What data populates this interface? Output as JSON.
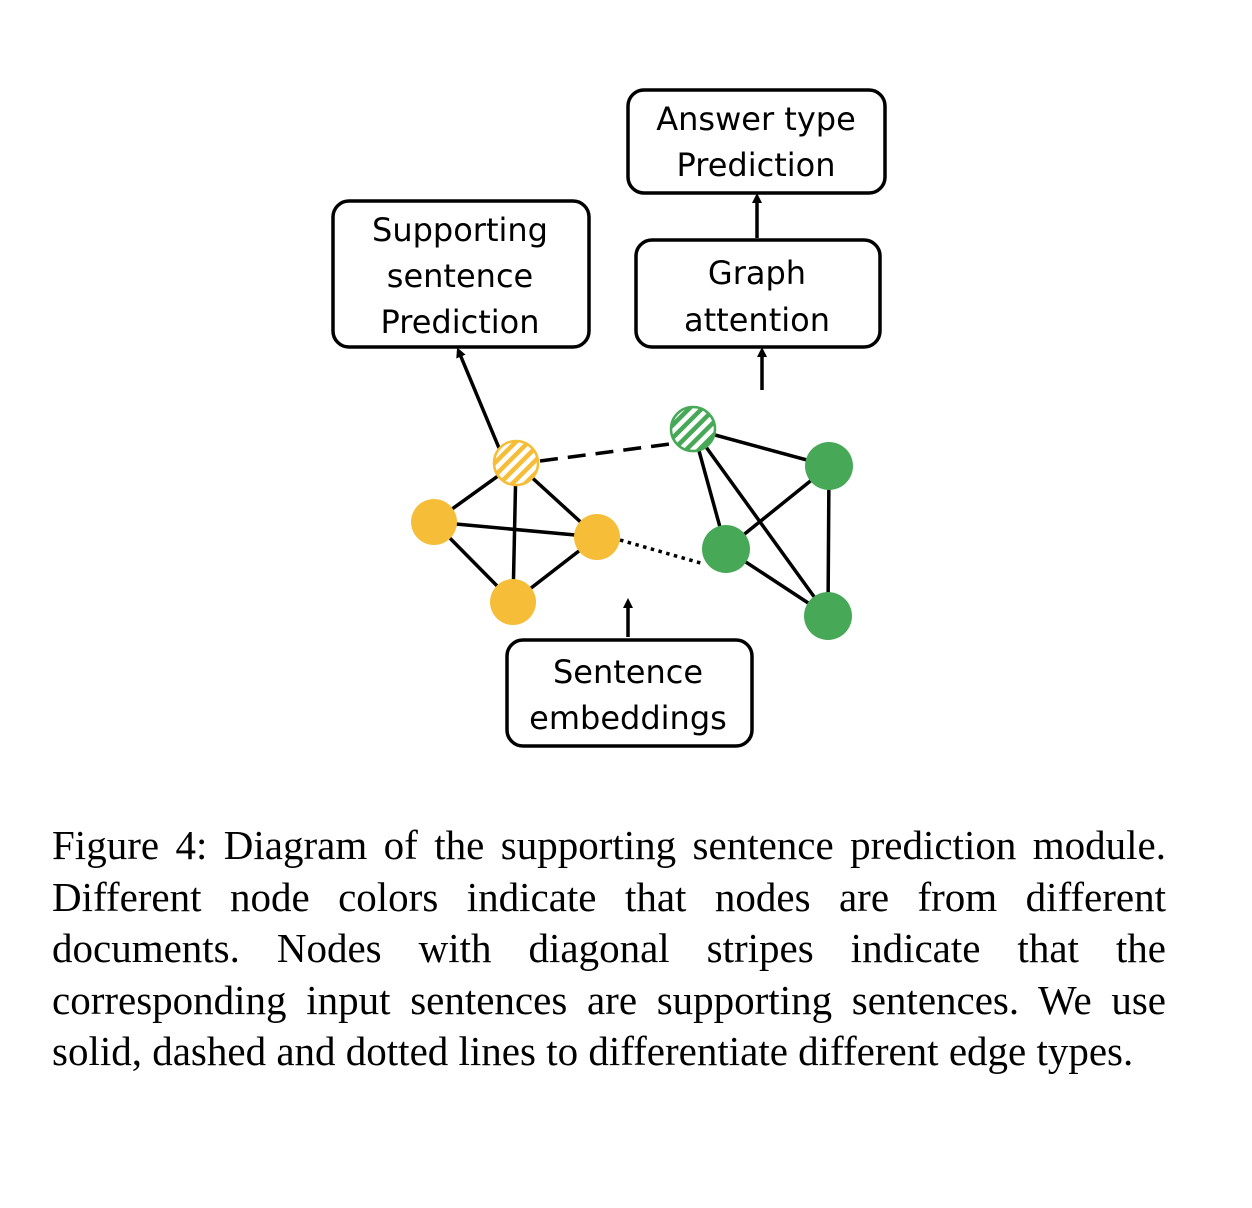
{
  "boxes": {
    "answer_type": [
      "Answer type",
      "Prediction"
    ],
    "supporting": [
      "Supporting",
      "sentence",
      "Prediction"
    ],
    "graph_attention": [
      "Graph",
      "attention"
    ],
    "sentence_embeddings": [
      "Sentence",
      "embeddings"
    ]
  },
  "colors": {
    "document_a": "#F5BD38",
    "document_b": "#47A957",
    "edge": "#000000"
  },
  "legend_semantics": {
    "striped_node": "supporting sentence",
    "edge_styles": [
      "solid",
      "dashed",
      "dotted"
    ]
  },
  "caption": "Figure 4: Diagram of the supporting sentence prediction module. Different node colors indicate that nodes are from different documents. Nodes with diagonal stripes indicate that the corresponding input sentences are supporting sen­tences. We use solid, dashed and dotted lines to differentiate different edge types."
}
